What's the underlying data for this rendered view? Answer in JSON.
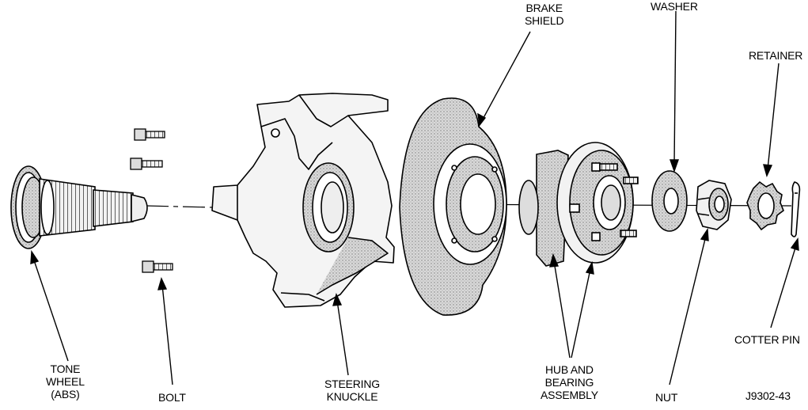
{
  "labels": {
    "brake_shield": [
      "BRAKE",
      "SHIELD"
    ],
    "washer": "WASHER",
    "retainer": "RETAINER",
    "cotter_pin": "COTTER PIN",
    "tone_wheel": [
      "TONE",
      "WHEEL",
      "(ABS)"
    ],
    "bolt": "BOLT",
    "steering_knuckle": [
      "STEERING",
      "KNUCKLE"
    ],
    "hub_bearing": [
      "HUB AND",
      "BEARING",
      "ASSEMBLY"
    ],
    "nut": "NUT",
    "figure_id": "J9302-43"
  },
  "colors": {
    "ink": "#000000",
    "shade": "#bdbdbd",
    "light": "#e6e6e6",
    "paper": "#ffffff"
  }
}
